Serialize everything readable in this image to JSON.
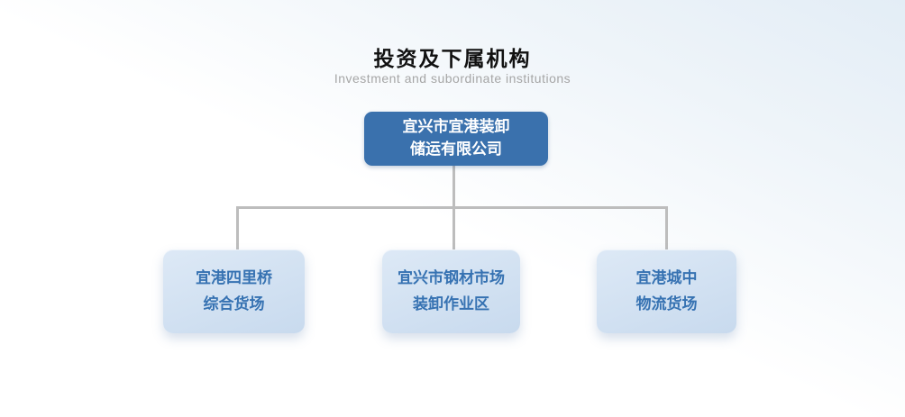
{
  "header": {
    "title": "投资及下属机构",
    "subtitle": "Investment and subordinate institutions"
  },
  "org_chart": {
    "root": {
      "line1": "宜兴市宜港装卸",
      "line2": "储运有限公司"
    },
    "children": [
      {
        "line1": "宜港四里桥",
        "line2": "综合货场"
      },
      {
        "line1": "宜兴市钢材市场",
        "line2": "装卸作业区"
      },
      {
        "line1": "宜港城中",
        "line2": "物流货场"
      }
    ]
  },
  "colors": {
    "background_top": "#e3edf6",
    "title_text": "#111111",
    "subtitle_text": "#a6a6a6",
    "root_node_bg": "#3a71ad",
    "root_node_text": "#ffffff",
    "child_node_bg_top": "#dde9f6",
    "child_node_bg_bottom": "#c8daee",
    "child_node_text": "#3672b2",
    "connector": "#bdbdbd"
  }
}
